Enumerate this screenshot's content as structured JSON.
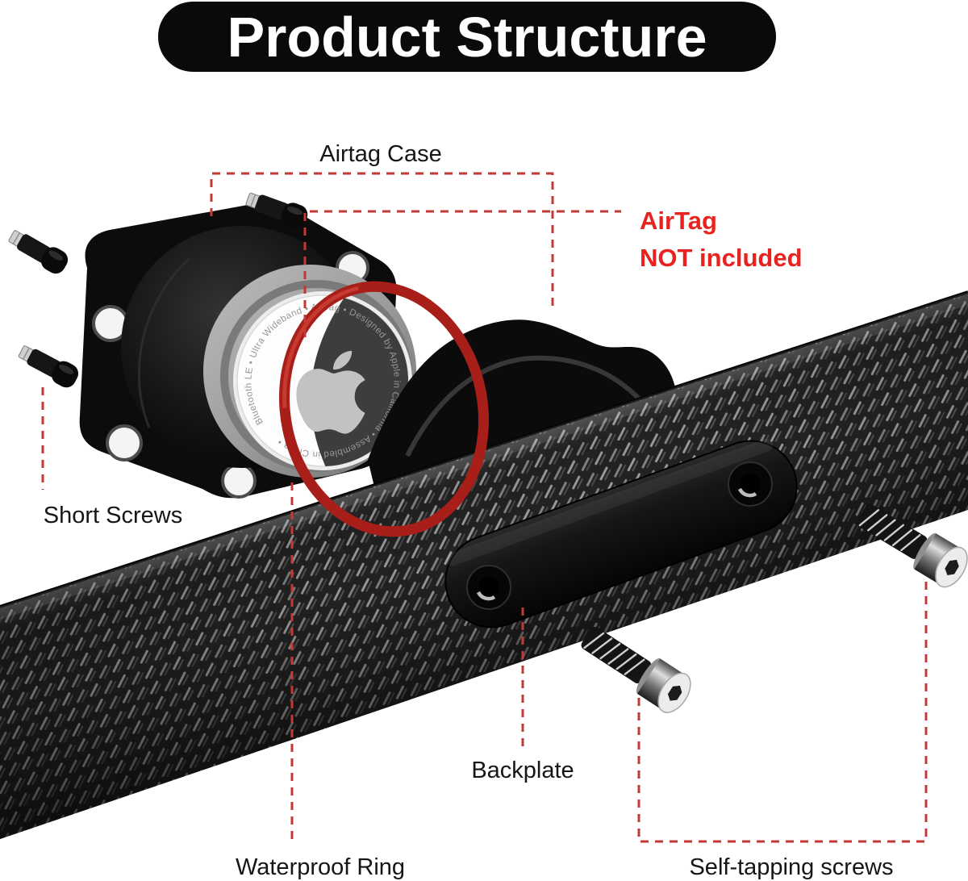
{
  "title": "Product Structure",
  "labels": {
    "airtag_case": "Airtag Case",
    "short_screws": "Short Screws",
    "backplate": "Backplate",
    "waterproof_ring": "Waterproof Ring",
    "self_tapping_screws": "Self-tapping screws"
  },
  "callout": {
    "line1": "AirTag",
    "line2": "NOT included"
  },
  "disc": {
    "engraving": "Bluetooth LE • Ultra Wideband • AirTag • Designed by Apple in California • Assembled in China •"
  },
  "colors": {
    "background": "#ffffff",
    "title_bg": "#0a0a0a",
    "title_text": "#ffffff",
    "label_text": "#161616",
    "callout_red": "#e8231f",
    "leader_red": "#c23a36",
    "oring_red": "#a81e18",
    "carbon_base": "#232323",
    "gray_ring": "#a8a8a8"
  }
}
